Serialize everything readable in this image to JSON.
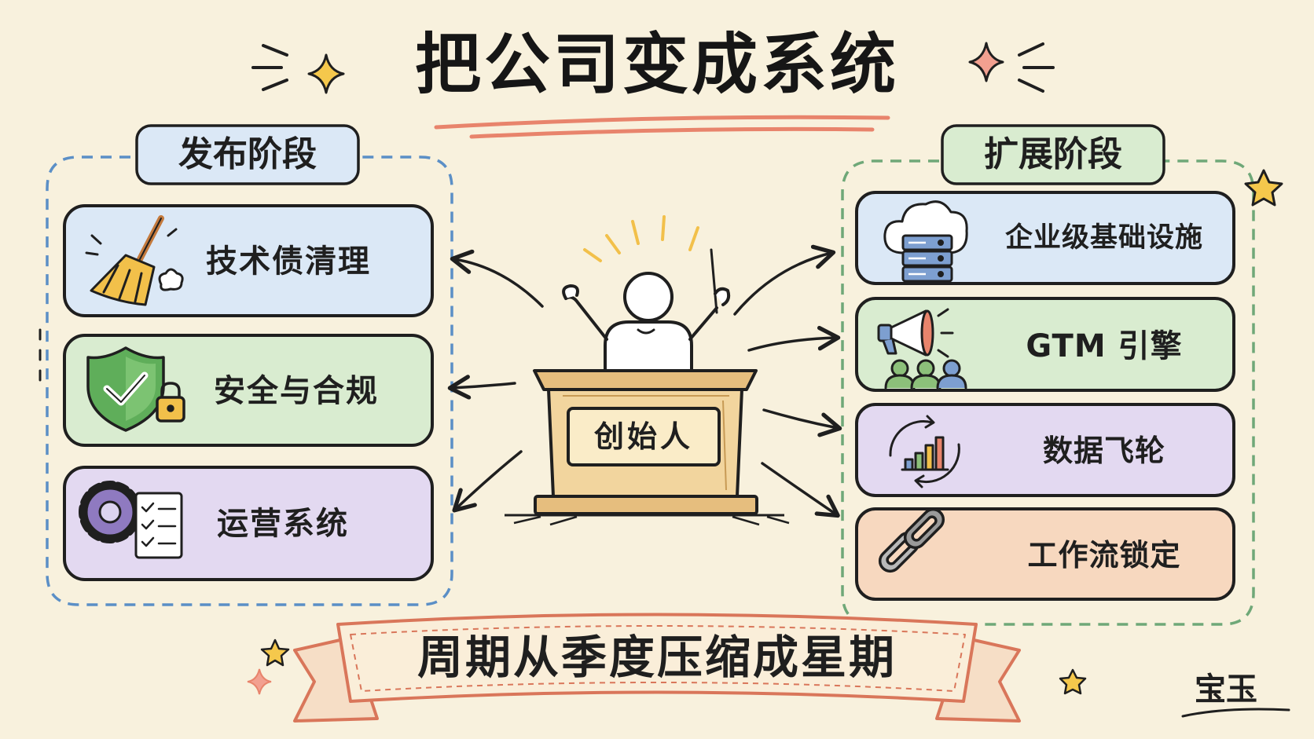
{
  "title": "把公司变成系统",
  "left_phase": {
    "label": "发布阶段",
    "items": [
      {
        "label": "技术债清理",
        "icon": "broom-icon",
        "color": "#dbe8f6"
      },
      {
        "label": "安全与合规",
        "icon": "shield-check-icon",
        "color": "#d9ecd0"
      },
      {
        "label": "运营系统",
        "icon": "gear-checklist-icon",
        "color": "#e3d9f1"
      }
    ]
  },
  "right_phase": {
    "label": "扩展阶段",
    "items": [
      {
        "label": "企业级基础设施",
        "icon": "cloud-server-icon",
        "color": "#dbe8f6"
      },
      {
        "label": "GTM 引擎",
        "icon": "megaphone-people-icon",
        "color": "#d9ecd0"
      },
      {
        "label": "数据飞轮",
        "icon": "growth-cycle-icon",
        "color": "#e3d9f1"
      },
      {
        "label": "工作流锁定",
        "icon": "chain-link-icon",
        "color": "#f7d8bf"
      }
    ]
  },
  "center": {
    "label": "创始人"
  },
  "banner": {
    "label": "周期从季度压缩成星期"
  },
  "signature": "宝玉",
  "colors": {
    "background": "#f8f1dd",
    "left_frame": "#5b8fc6",
    "right_frame": "#6fa878",
    "title_underline": "#e8846c",
    "banner_stroke": "#d9765a",
    "podium": "#f2d59e"
  }
}
